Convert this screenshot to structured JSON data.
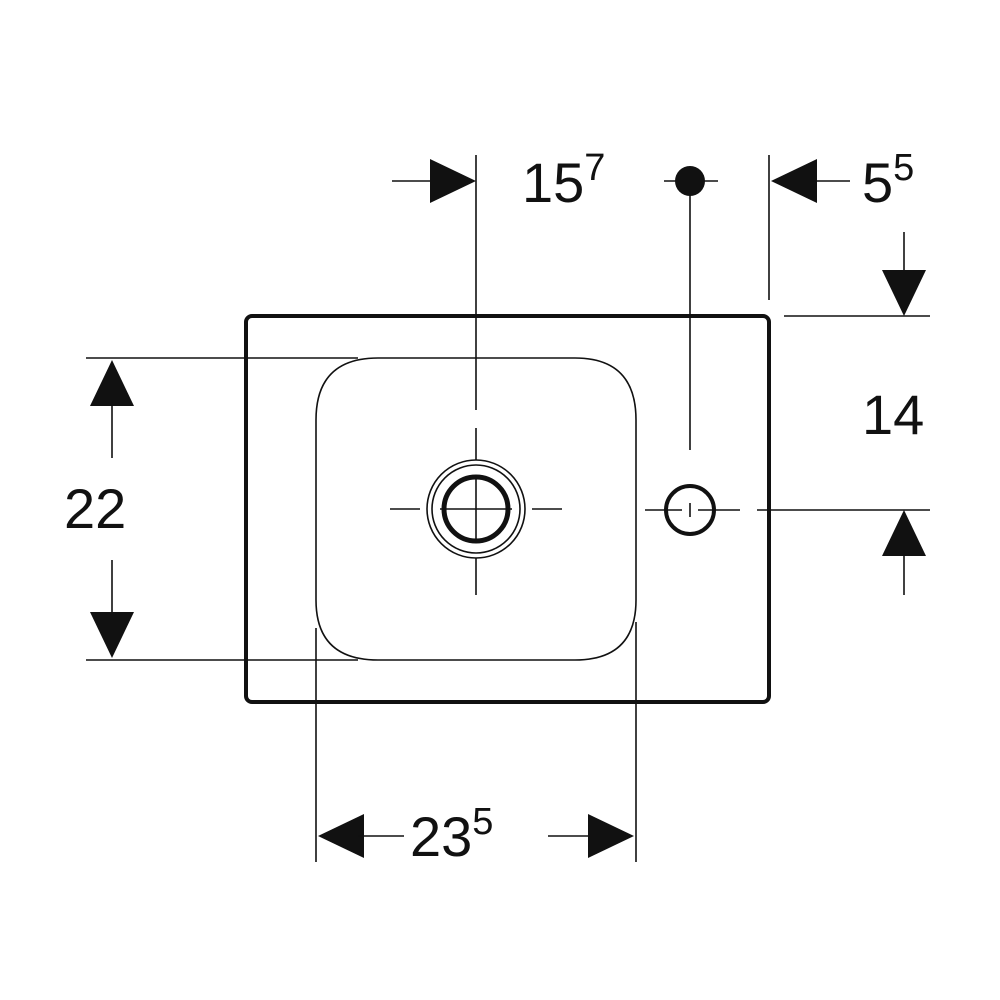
{
  "dimensions": {
    "basin_width": {
      "main": "23",
      "sup": "5"
    },
    "basin_depth": {
      "main": "22",
      "sup": ""
    },
    "drain_offset": {
      "main": "15",
      "sup": "7"
    },
    "tap_edge_offset": {
      "main": "5",
      "sup": "5"
    },
    "tap_depth_offset": {
      "main": "14",
      "sup": ""
    }
  },
  "colors": {
    "stroke": "#111111",
    "background": "#ffffff"
  },
  "icons": {
    "tap_hole_marker": "filled-circle-icon",
    "drain": "drain-ring-icon"
  }
}
